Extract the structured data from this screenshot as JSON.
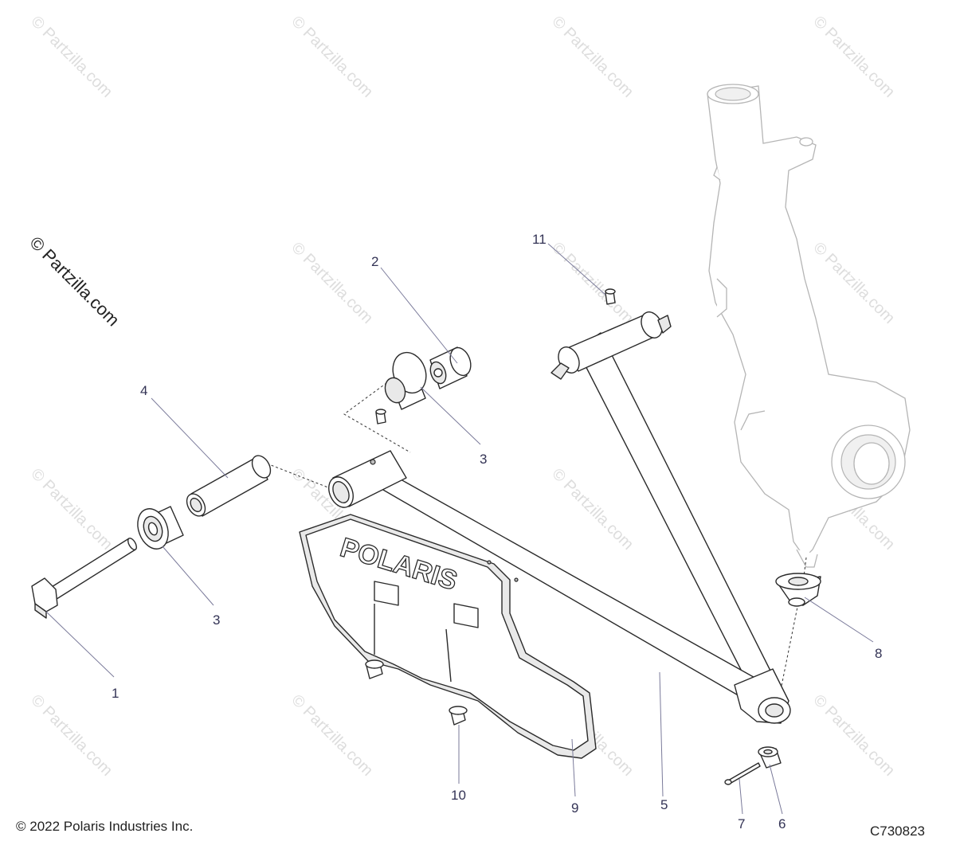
{
  "watermark": "© Partzilla.com",
  "copyright": "© 2022 Polaris Industries Inc.",
  "drawing_id": "C730823",
  "skid_logo": "POLARIS",
  "callouts": {
    "c1": "1",
    "c2": "2",
    "c3a": "3",
    "c3b": "3",
    "c4": "4",
    "c5": "5",
    "c6": "6",
    "c7": "7",
    "c8": "8",
    "c9": "9",
    "c10": "10",
    "c11": "11"
  }
}
